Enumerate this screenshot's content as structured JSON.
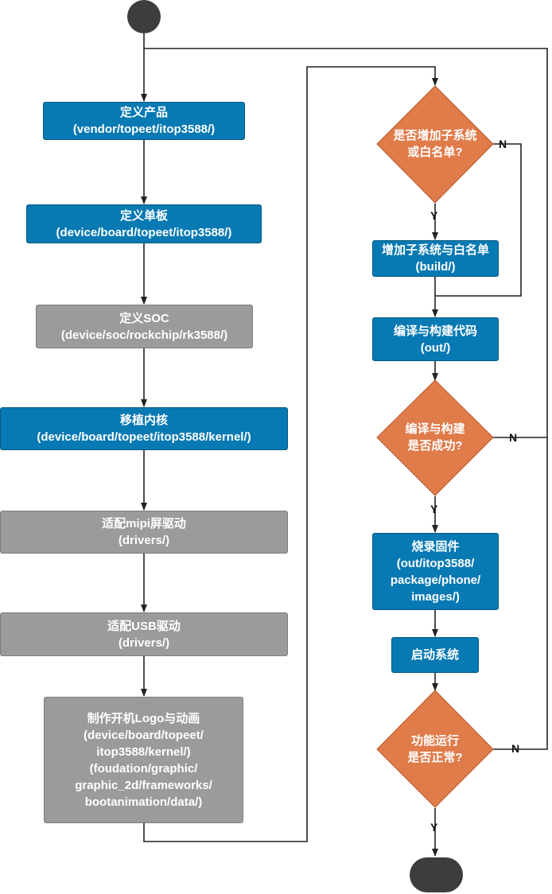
{
  "colors": {
    "process_blue": "#0779b3",
    "process_gray": "#9b9b9b",
    "decision_orange": "#e07b4a",
    "terminal": "#3d3d3d",
    "line": "#222222"
  },
  "left_column": [
    {
      "title": "定义产品",
      "path": "(vendor/topeet/itop3588/)",
      "style": "blue"
    },
    {
      "title": "定义单板",
      "path": "(device/board/topeet/itop3588/)",
      "style": "blue"
    },
    {
      "title": "定义SOC",
      "path": "(device/soc/rockchip/rk3588/)",
      "style": "gray"
    },
    {
      "title": "移植内核",
      "path": "(device/board/topeet/itop3588/kernel/)",
      "style": "blue"
    },
    {
      "title": "适配mipi屏驱动",
      "path": "(drivers/)",
      "style": "gray"
    },
    {
      "title": "适配USB驱动",
      "path": "(drivers/)",
      "style": "gray"
    },
    {
      "title": "制作开机Logo与动画",
      "path": "(device/board/topeet/\nitop3588/kernel/)\n(foudation/graphic/\ngraphic_2d/frameworks/\nbootanimation/data/)",
      "style": "gray"
    }
  ],
  "right_column": {
    "decision_subsystem": "是否增加子系统\n或白名单?",
    "add_subsystem": "增加子系统与白名单\n(build/)",
    "build": "编译与构建代码\n(out/)",
    "decision_build": "编译与构建\n是否成功?",
    "flash": "烧录固件\n(out/itop3588/\npackage/phone/\nimages/)",
    "boot": "启动系统",
    "decision_run": "功能运行\n是否正常?"
  },
  "edge_labels": {
    "yes": "Y",
    "no": "N"
  }
}
